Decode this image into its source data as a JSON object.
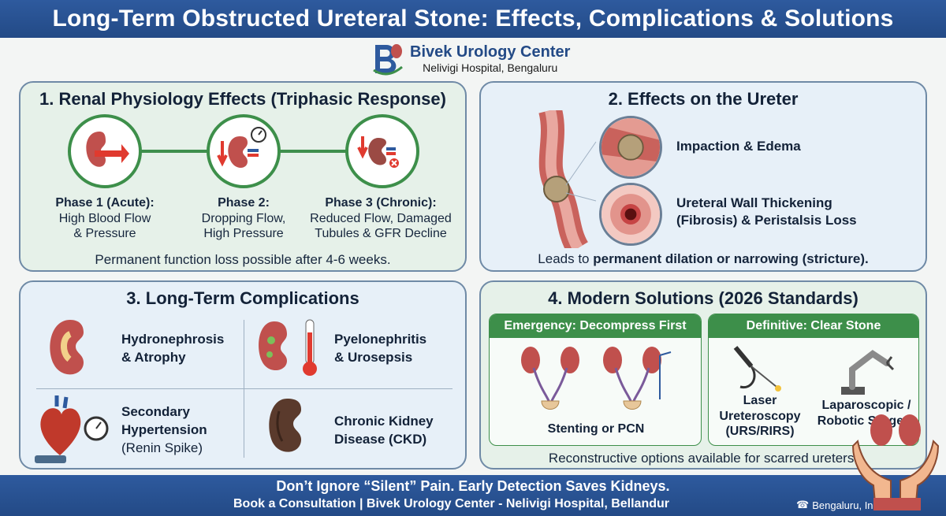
{
  "header": {
    "title": "Long-Term Obstructed Ureteral Stone: Effects, Complications & Solutions"
  },
  "logo": {
    "name": "Bivek Urology Center",
    "subtitle": "Nelivigi Hospital, Bengaluru",
    "icon": "kidney-b-logo"
  },
  "panel1": {
    "title": "1. Renal Physiology Effects (Triphasic Response)",
    "phases": [
      {
        "heading": "Phase 1 (Acute):",
        "line1": "High Blood Flow",
        "line2": "& Pressure",
        "icon": "kidney-arrow-icon"
      },
      {
        "heading": "Phase 2:",
        "line1": "Dropping Flow,",
        "line2": "High Pressure",
        "icon": "kidney-gauge-icon"
      },
      {
        "heading": "Phase 3 (Chronic):",
        "line1": "Reduced Flow, Damaged",
        "line2": "Tubules & GFR Decline",
        "icon": "damaged-kidney-icon"
      }
    ],
    "footer": "Permanent function loss possible after 4-6 weeks."
  },
  "panel2": {
    "title": "2. Effects on the Ureter",
    "item1": "Impaction & Edema",
    "item2_line1": "Ureteral Wall Thickening",
    "item2_line2": "(Fibrosis) & Peristalsis Loss",
    "footer_prefix": "Leads to ",
    "footer_bold": "permanent dilation or narrowing (stricture)."
  },
  "panel3": {
    "title": "3. Long-Term Complications",
    "items": [
      {
        "line1": "Hydronephrosis",
        "line2": "& Atrophy",
        "icon": "hydronephrosis-kidney-icon"
      },
      {
        "line1": "Pyelonephritis",
        "line2": "& Urosepsis",
        "icon": "infected-kidney-thermometer-icon"
      },
      {
        "line1": "Secondary",
        "line2": "Hypertension",
        "line3": "(Renin Spike)",
        "icon": "heart-bp-gauge-icon"
      },
      {
        "line1": "Chronic Kidney",
        "line2": "Disease (CKD)",
        "icon": "shrunken-kidney-icon"
      }
    ]
  },
  "panel4": {
    "title": "4. Modern Solutions (2026 Standards)",
    "emergency_head": "Emergency: Decompress First",
    "emergency_label": "Stenting or PCN",
    "definitive_head": "Definitive: Clear Stone",
    "laser_line1": "Laser",
    "laser_line2": "Ureteroscopy",
    "laser_line3": "(URS/RIRS)",
    "robot_line1": "Laparoscopic /",
    "robot_line2": "Robotic Surgery",
    "footer": "Reconstructive options available for scarred ureters."
  },
  "footer": {
    "line1": "Don’t Ignore “Silent” Pain. Early Detection Saves Kidneys.",
    "line2": "Book a Consultation | Bivek Urology Center - Nelivigi Hospital, Bellandur",
    "contact": "Bengaluru, India 2026"
  },
  "colors": {
    "header_bg": "#2e5a9e",
    "accent_green": "#3d8f4a",
    "kidney_red": "#c0504d"
  }
}
